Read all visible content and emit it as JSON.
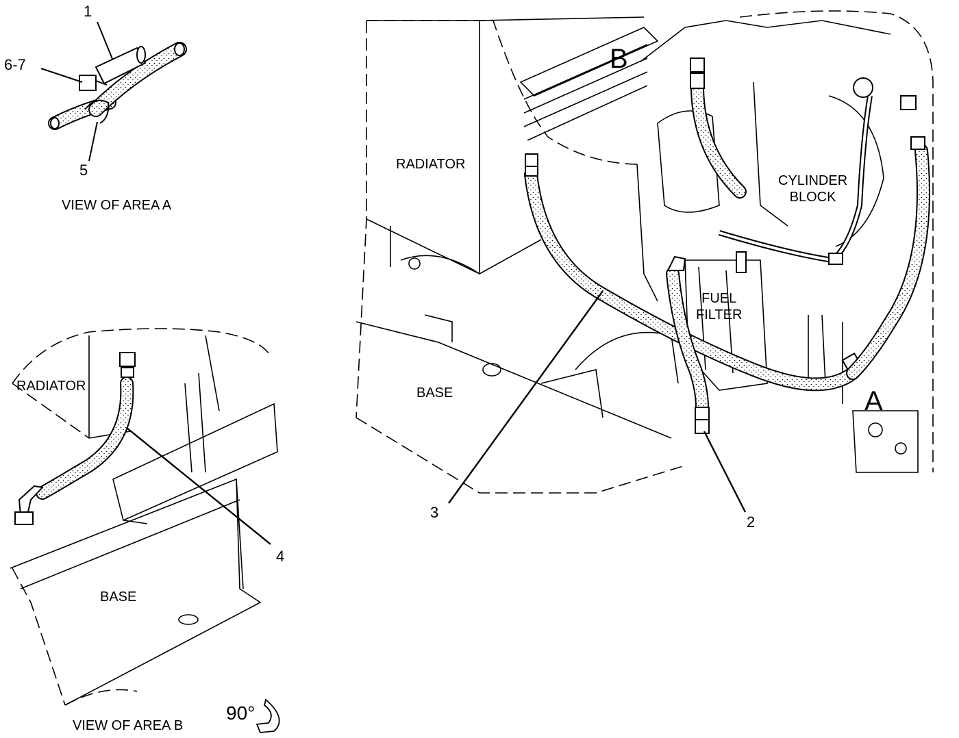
{
  "callouts": {
    "item_1": "1",
    "item_6_7": "6-7",
    "item_5": "5",
    "item_4": "4",
    "item_3": "3",
    "item_2": "2"
  },
  "area_markers": {
    "a": "A",
    "b": "B"
  },
  "component_labels": {
    "radiator_main": "RADIATOR",
    "radiator_detail": "RADIATOR",
    "cylinder_block_line1": "CYLINDER",
    "cylinder_block_line2": "BLOCK",
    "fuel_filter_line1": "FUEL",
    "fuel_filter_line2": "FILTER",
    "base_main": "BASE",
    "base_detail": "BASE"
  },
  "captions": {
    "view_a": "VIEW OF AREA  A",
    "view_b": "VIEW OF AREA  B"
  },
  "rotation": {
    "label": "90°"
  },
  "colors": {
    "line": "#000000",
    "background": "#ffffff"
  }
}
